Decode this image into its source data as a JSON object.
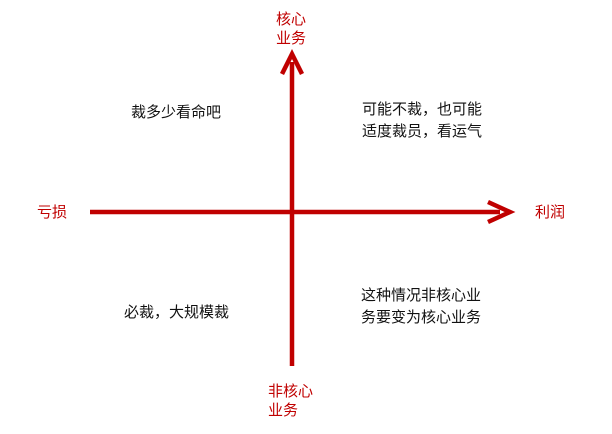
{
  "axes": {
    "color": "#c00000",
    "top_label": [
      "核心",
      "业务"
    ],
    "bottom_label": [
      "非核心",
      "业务"
    ],
    "left_label": "亏损",
    "right_label": "利润"
  },
  "quadrants": {
    "top_left": [
      "裁多少看命吧"
    ],
    "top_right": [
      "可能不裁，也可能",
      "适度裁员，看运气"
    ],
    "bottom_left": [
      "必裁，大规模裁"
    ],
    "bottom_right": [
      "这种情况非核心业",
      "务要变为核心业务"
    ]
  }
}
